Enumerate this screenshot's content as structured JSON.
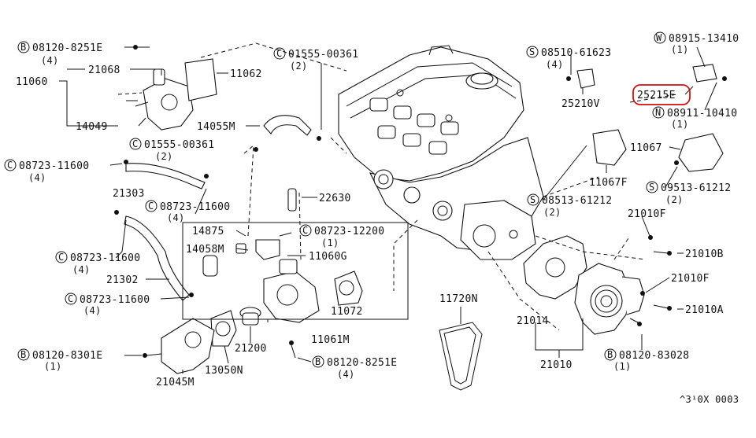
{
  "labels": {
    "b_08120_8251e_top": "08120-8251E",
    "b_08120_8251e_top_qty": "(4)",
    "p_21068": "21068",
    "p_11060": "11060",
    "p_14049": "14049",
    "p_11062": "11062",
    "c_01555_00361_a": "01555-00361",
    "c_01555_00361_a_qty": "(2)",
    "p_14055m": "14055M",
    "c_01555_00361_b": "01555-00361",
    "c_01555_00361_b_qty": "(2)",
    "c_08723_11600_a": "08723-11600",
    "c_08723_11600_a_qty": "(4)",
    "p_21303": "21303",
    "c_08723_11600_b": "08723-11600",
    "c_08723_11600_b_qty": "(4)",
    "p_22630": "22630",
    "p_14875": "14875",
    "c_08723_12200": "08723-12200",
    "c_08723_12200_qty": "(1)",
    "p_14058m": "14058M",
    "p_11060g": "11060G",
    "c_08723_11600_c": "08723-11600",
    "c_08723_11600_c_qty": "(4)",
    "p_21302": "21302",
    "c_08723_11600_d": "08723-11600",
    "c_08723_11600_d_qty": "(4)",
    "p_11072": "11072",
    "p_11061m": "11061M",
    "p_21200": "21200",
    "b_08120_8301e": "08120-8301E",
    "b_08120_8301e_qty": "(1)",
    "p_13050n": "13050N",
    "p_21045m": "21045M",
    "b_08120_8251e_bot": "08120-8251E",
    "b_08120_8251e_bot_qty": "(4)",
    "p_11720n": "11720N",
    "s_08510_61623": "08510-61623",
    "s_08510_61623_qty": "(4)",
    "p_25210v": "25210V",
    "w_08915_13410": "08915-13410",
    "w_08915_13410_qty": "(1)",
    "p_25215e": "25215E",
    "n_08911_10410": "08911-10410",
    "n_08911_10410_qty": "(1)",
    "p_11067": "11067",
    "p_11067f": "11067F",
    "s_08513_61212_a": "08513-61212",
    "s_08513_61212_a_qty": "(2)",
    "s_09513_61212": "09513-61212",
    "s_09513_61212_qty": "(2)",
    "p_21010f_a": "21010F",
    "p_21010b": "21010B",
    "p_21010f_b": "21010F",
    "p_21010a": "21010A",
    "p_21014": "21014",
    "p_21010": "21010",
    "b_08120_83028": "08120-83028",
    "b_08120_83028_qty": "(1)",
    "ref_code": "^3¹0X 0003"
  },
  "prefix_letters": {
    "b": "B",
    "c": "C",
    "s": "S",
    "w": "W",
    "n": "N"
  },
  "highlight": {
    "part": "25215E",
    "color": "#cc1111"
  }
}
